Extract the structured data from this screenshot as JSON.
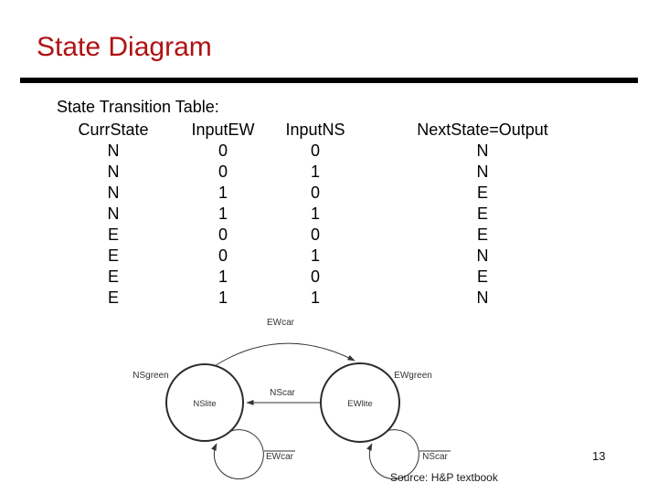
{
  "slide": {
    "title": "State Diagram",
    "page_number": "13",
    "source_note": "Source: H&P textbook"
  },
  "table": {
    "caption": "State Transition Table:",
    "headers": [
      "CurrState",
      "InputEW",
      "InputNS",
      "NextState=Output"
    ],
    "rows": [
      [
        "N",
        "0",
        "0",
        "N"
      ],
      [
        "N",
        "0",
        "1",
        "N"
      ],
      [
        "N",
        "1",
        "0",
        "E"
      ],
      [
        "N",
        "1",
        "1",
        "E"
      ],
      [
        "E",
        "0",
        "0",
        "E"
      ],
      [
        "E",
        "0",
        "1",
        "N"
      ],
      [
        "E",
        "1",
        "0",
        "E"
      ],
      [
        "E",
        "1",
        "1",
        "N"
      ]
    ]
  },
  "diagram": {
    "state_left": {
      "name": "NSlite",
      "annotation": "NSgreen"
    },
    "state_right": {
      "name": "EWlite",
      "annotation": "EWgreen"
    },
    "transition_top_label": "EWcar",
    "transition_mid_label": "NScar",
    "self_loop_left_label": "EWcar",
    "self_loop_left_overline": true,
    "self_loop_right_label": "NScar",
    "self_loop_right_overline": true
  },
  "colors": {
    "title": "#b01213",
    "rule": "#000000",
    "body_text": "#000000",
    "diagram_lines": "#333333",
    "background": "#ffffff"
  }
}
